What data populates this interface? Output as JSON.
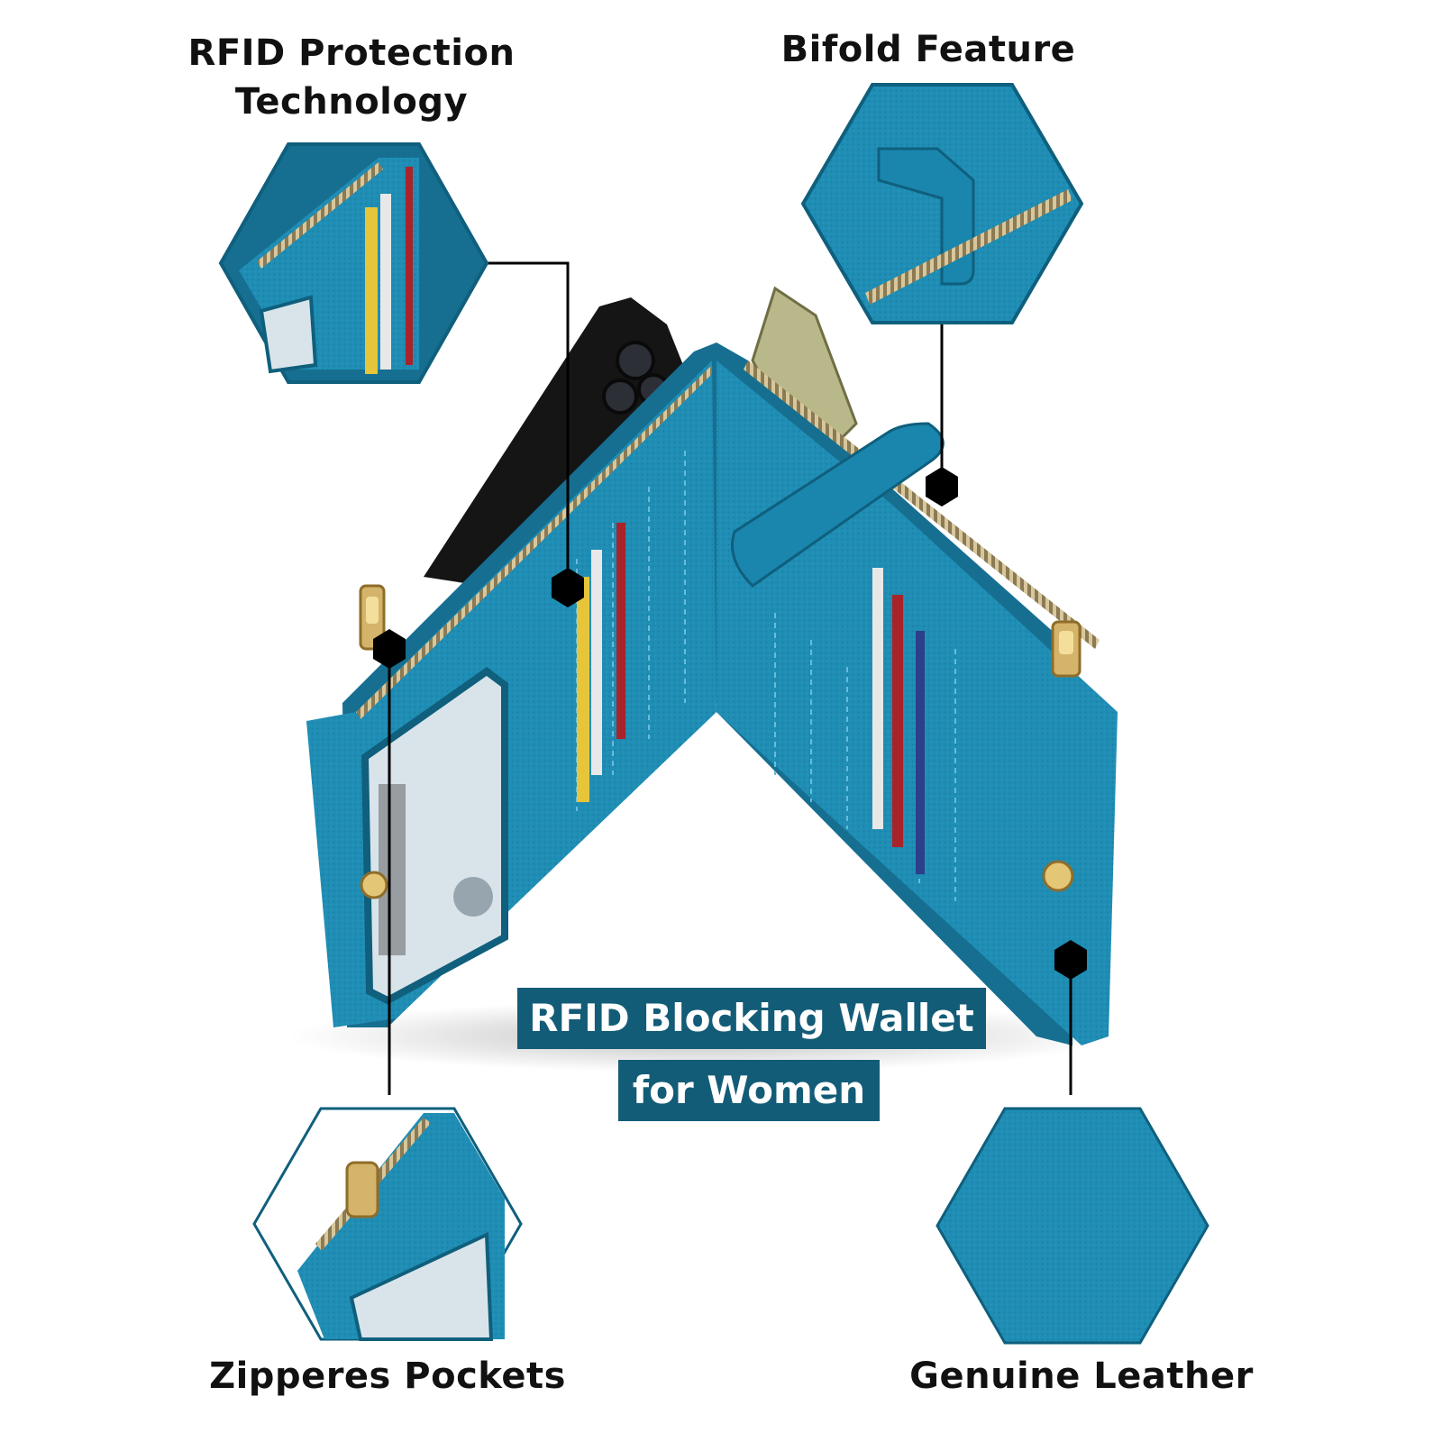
{
  "features": {
    "rfid_protection": {
      "line1": "RFID Protection",
      "line2": "Technology"
    },
    "bifold": "Bifold Feature",
    "zippered_pockets": "Zipperes Pockets",
    "genuine_leather": "Genuine Leather"
  },
  "title": {
    "line1": "RFID Blocking Wallet",
    "line2": "for Women"
  },
  "colors": {
    "wallet_blue": "#1f8db4",
    "wallet_dark": "#166f90",
    "title_bg": "#135c77",
    "connector": "#000000",
    "text": "#111111"
  }
}
